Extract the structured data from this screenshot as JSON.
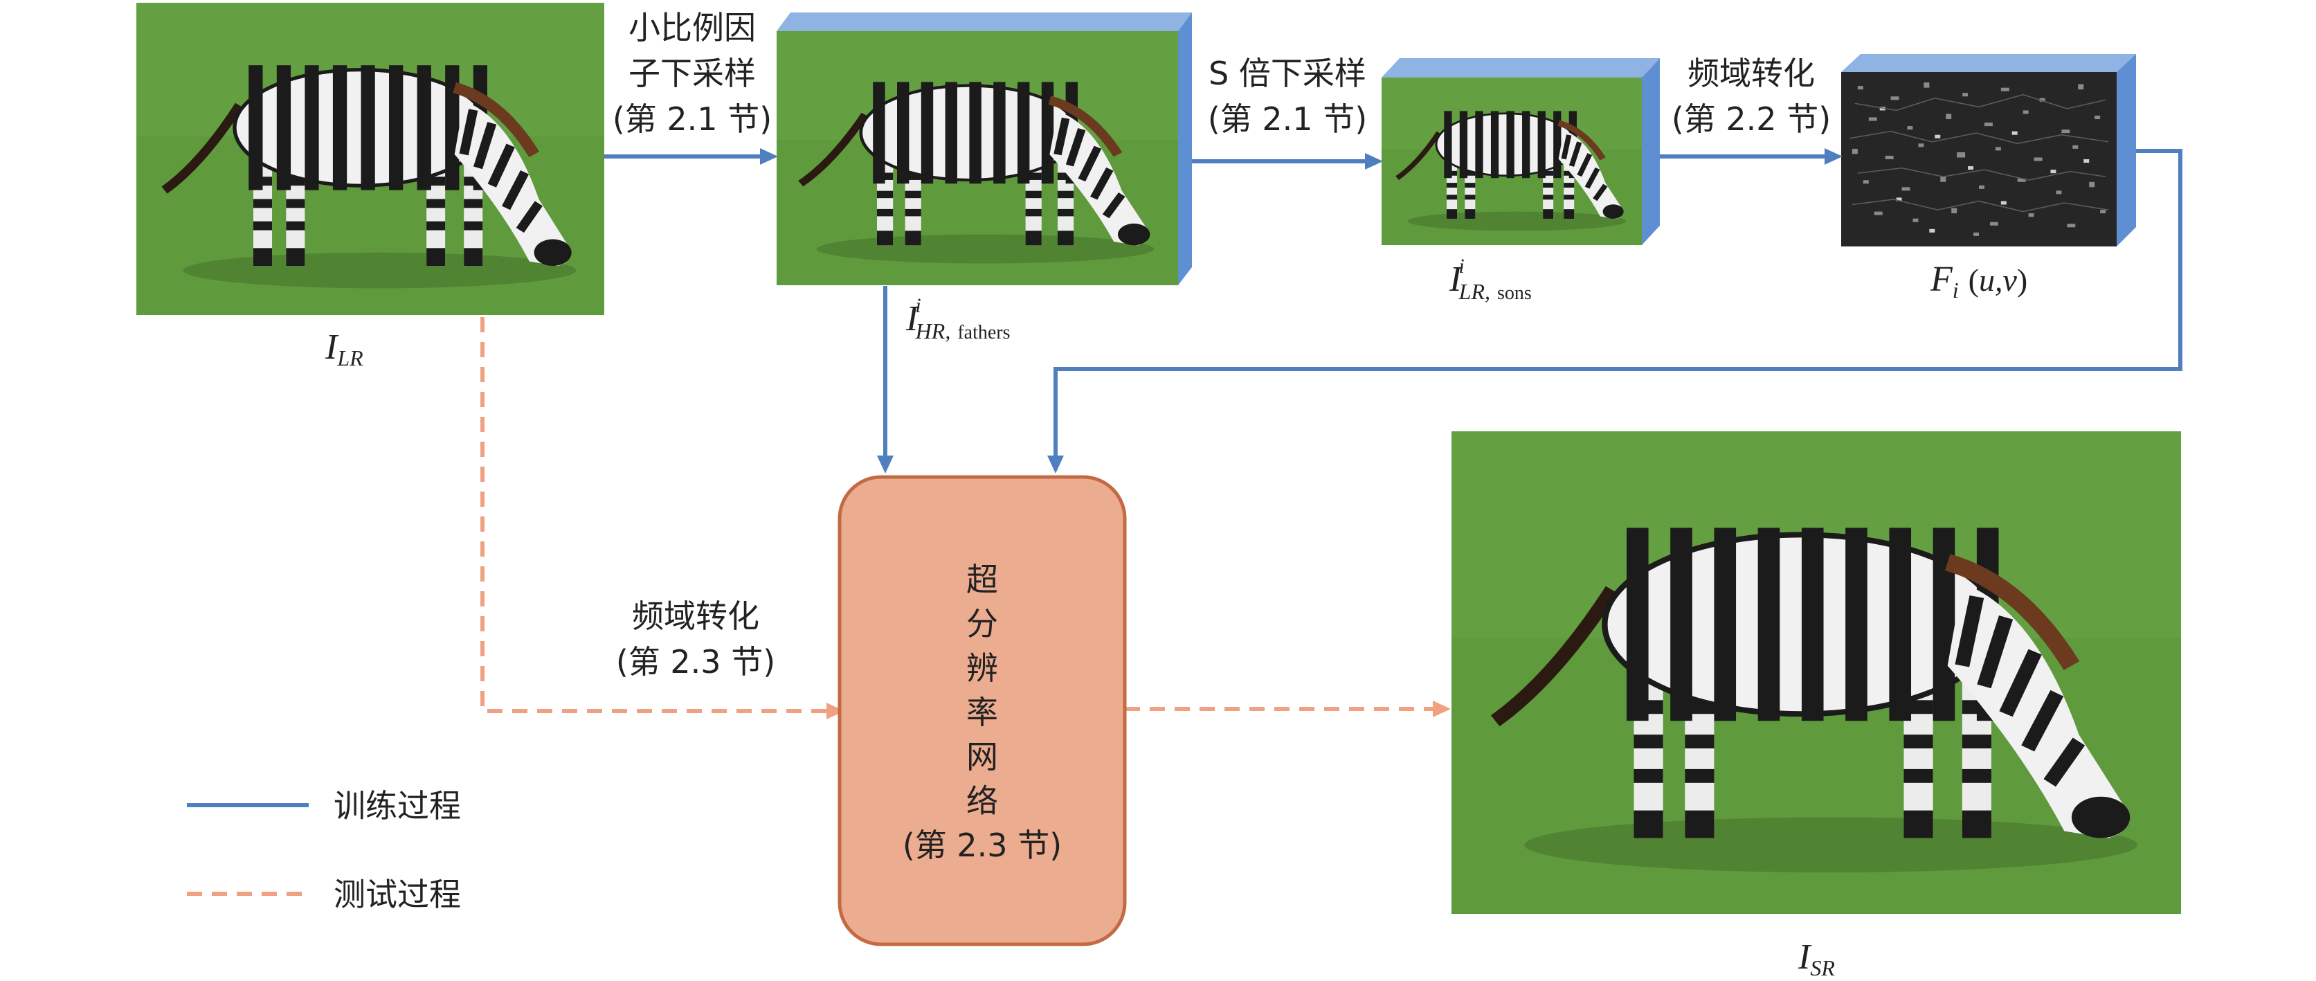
{
  "colors": {
    "training": "#4f7fbf",
    "testing": "#efa182",
    "network_fill": "#ecac8f",
    "network_stroke": "#c36a44",
    "cube_side": "#5f8fd3",
    "grass": "#5f9a3c",
    "spectrum": "#262626"
  },
  "edges": {
    "e1": {
      "l1": "小比例因",
      "l2": "子下采样",
      "l3": "(第 2.1 节)"
    },
    "e2": {
      "l1": "S 倍下采样",
      "l2": "(第 2.1 节)"
    },
    "e3": {
      "l1": "频域转化",
      "l2": "(第 2.2 节)"
    },
    "e4": {
      "l1": "频域转化",
      "l2": "(第 2.3 节)"
    }
  },
  "labels": {
    "i_lr": {
      "main": "I",
      "sub": "LR"
    },
    "i_hr_fathers": {
      "main": "I",
      "sup": "i",
      "sub": "HR,",
      "sub2": "fathers"
    },
    "i_lr_sons": {
      "main": "I",
      "sup": "i",
      "sub": "LR,",
      "sub2": "sons"
    },
    "f_i": {
      "main": "F",
      "sub": "i",
      "args": "(u,v)",
      "args_italic": "u,v"
    },
    "i_sr": {
      "main": "I",
      "sub": "SR"
    }
  },
  "network": {
    "chars": [
      "超",
      "分",
      "辨",
      "率",
      "网",
      "络"
    ],
    "section": "(第 2.3 节)"
  },
  "legend": {
    "training": "训练过程",
    "testing": "测试过程"
  },
  "images": {
    "lr": "zebra",
    "hr_father": "zebra",
    "lr_son": "zebra",
    "frequency": "frequency-spectrum",
    "sr": "zebra"
  }
}
